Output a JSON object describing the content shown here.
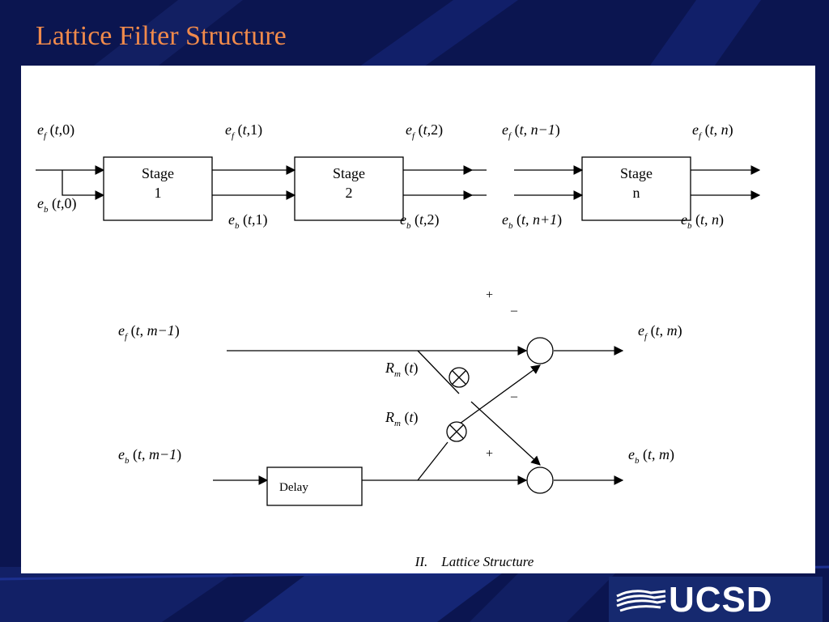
{
  "slide": {
    "title": "Lattice Filter Structure"
  },
  "cascade": {
    "stages": [
      "Stage\n1",
      "Stage\n2",
      "Stage\nn"
    ],
    "stage_lines": [
      [
        "Stage",
        "1"
      ],
      [
        "Stage",
        "2"
      ],
      [
        "Stage",
        "n"
      ]
    ],
    "forward_labels": [
      "0",
      "1",
      "2",
      "n−1",
      "n"
    ],
    "backward_labels": [
      "0",
      "1",
      "2",
      "n+1",
      "n"
    ]
  },
  "detail": {
    "input_forward": "m−1",
    "input_backward": "m−1",
    "output_forward": "m",
    "output_backward": "m",
    "coefficient_symbol": "R",
    "coefficient_sub": "m",
    "coefficient_arg": "t",
    "delay_label": "Delay",
    "signs": {
      "plus": "+",
      "minus": "–"
    }
  },
  "caption": {
    "number": "II.",
    "text": "Lattice Structure"
  },
  "logo": {
    "text": "UCSD",
    "icon": "ucsd-wave-logo-icon"
  },
  "colors": {
    "background": "#0b1550",
    "title": "#f08a4b",
    "panel": "#ffffff"
  }
}
